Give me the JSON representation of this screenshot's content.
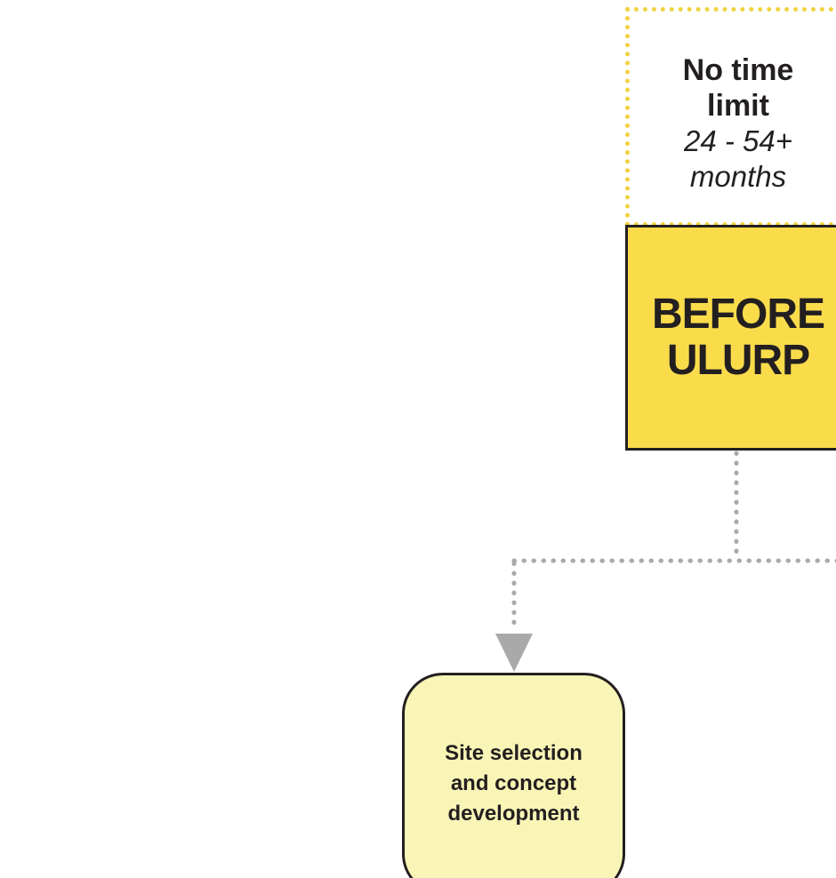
{
  "diagram": {
    "timeline_note": {
      "label": "No time\nlimit",
      "duration": "24 - 54+\nmonths"
    },
    "phase": {
      "label": "BEFORE\nULURP"
    },
    "step": {
      "label": "Site selection\nand concept\ndevelopment"
    },
    "colors": {
      "phase_fill": "#FADC4B",
      "note_border": "#F0D23F",
      "step_fill": "#F9F5B6",
      "connector_gray": "#A9A9A9",
      "ink": "#231F20",
      "background": "#FFFFFF"
    }
  }
}
